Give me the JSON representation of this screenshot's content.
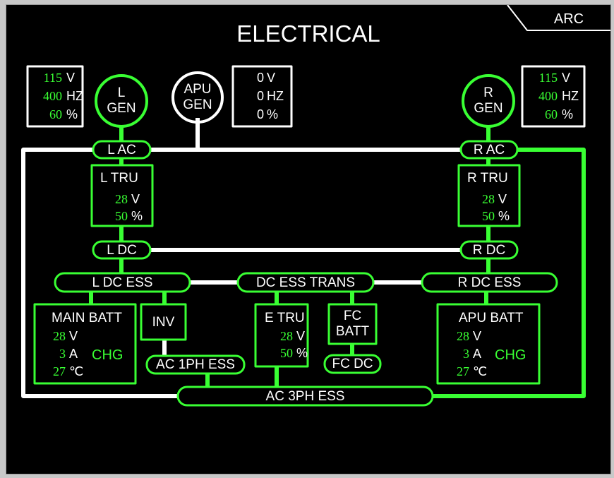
{
  "header": {
    "title": "ELECTRICAL",
    "mode_button": "ARC"
  },
  "colors": {
    "active": "#39ff33",
    "inactive": "#ffffff",
    "background": "#000000"
  },
  "generators": {
    "left": {
      "line1": "L",
      "line2": "GEN",
      "voltage": "115",
      "voltage_unit": "V",
      "frequency": "400",
      "frequency_unit": "HZ",
      "load": "60",
      "load_unit": "%",
      "status": "on"
    },
    "apu": {
      "line1": "APU",
      "line2": "GEN",
      "voltage": "0",
      "voltage_unit": "V",
      "frequency": "0",
      "frequency_unit": "HZ",
      "load": "0",
      "load_unit": "%",
      "status": "off"
    },
    "right": {
      "line1": "R",
      "line2": "GEN",
      "voltage": "115",
      "voltage_unit": "V",
      "frequency": "400",
      "frequency_unit": "HZ",
      "load": "60",
      "load_unit": "%",
      "status": "on"
    }
  },
  "buses": {
    "l_ac": "L  AC",
    "r_ac": "R  AC",
    "l_dc": "L  DC",
    "r_dc": "R  DC",
    "l_dc_ess": "L  DC  ESS",
    "dc_ess_trans": "DC  ESS  TRANS",
    "r_dc_ess": "R  DC  ESS",
    "ac_1ph_ess": "AC 1PH  ESS",
    "fc_dc": "FC  DC",
    "ac_3ph_ess": "AC 3PH ESS"
  },
  "trus": {
    "left": {
      "label": "L  TRU",
      "voltage": "28",
      "voltage_unit": "V",
      "load": "50",
      "load_unit": "%"
    },
    "right": {
      "label": "R  TRU",
      "voltage": "28",
      "voltage_unit": "V",
      "load": "50",
      "load_unit": "%"
    },
    "ess": {
      "label": "E  TRU",
      "voltage": "28",
      "voltage_unit": "V",
      "load": "50",
      "load_unit": "%"
    }
  },
  "batteries": {
    "main": {
      "label": "MAIN  BATT",
      "voltage": "28",
      "voltage_unit": "V",
      "current": "3",
      "current_unit": "A",
      "temperature": "27",
      "temperature_unit": "℃",
      "state": "CHG"
    },
    "apu": {
      "label": "APU  BATT",
      "voltage": "28",
      "voltage_unit": "V",
      "current": "3",
      "current_unit": "A",
      "temperature": "27",
      "temperature_unit": "℃",
      "state": "CHG"
    },
    "fc": {
      "line1": "FC",
      "line2": "BATT"
    }
  },
  "inverter": {
    "label": "INV"
  }
}
